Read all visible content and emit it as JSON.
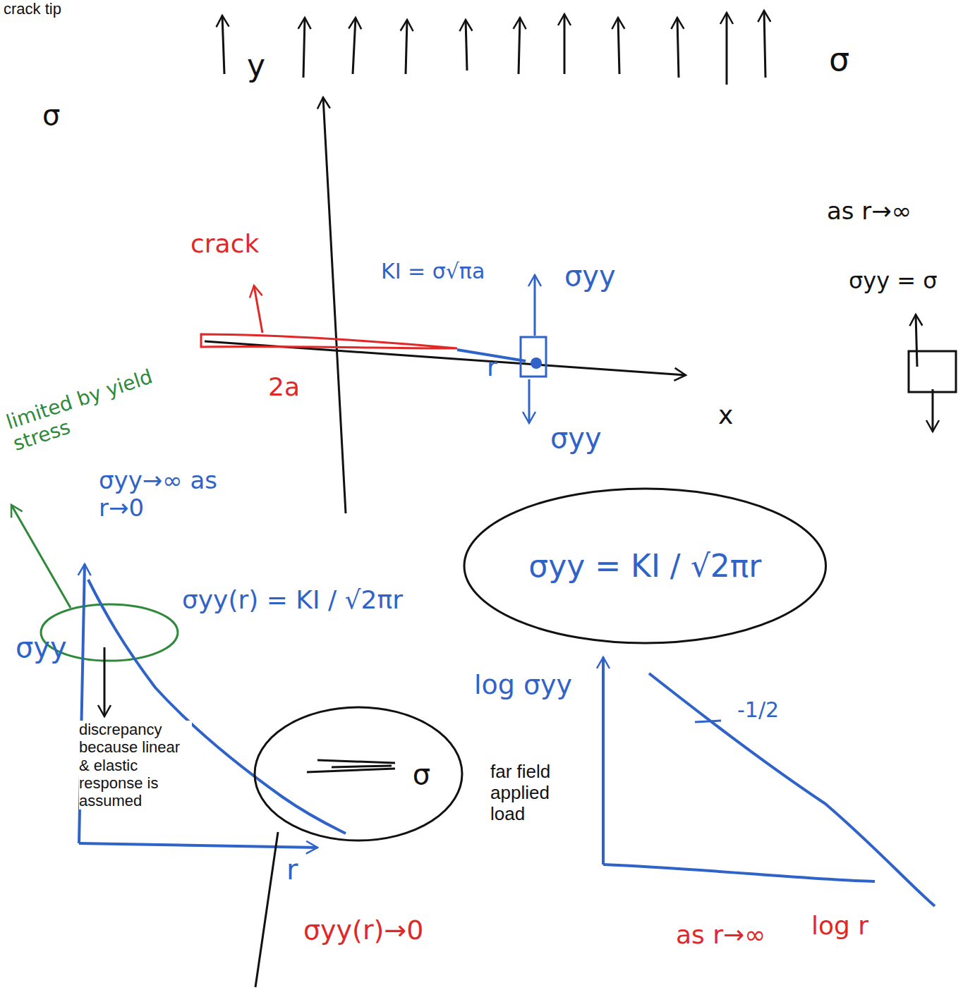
{
  "diagram": {
    "nodes": [
      {
        "text": [
          "σyy = KI / √2πr"
        ]
      },
      {
        "text": [
          "σ"
        ]
      }
    ],
    "labels": [
      "crack tip",
      "y",
      "σ",
      "σ",
      "crack",
      "2a",
      "KI = σ√πa",
      "σyy",
      "r",
      "σyy",
      "x",
      "as r→∞",
      "σyy = σ",
      "limited by yield stress",
      "σyy→∞ as r→0",
      "σyy",
      "σyy(r) = KI / √2πr",
      "discrepancy because linear & elastic response is assumed",
      "r",
      "far field applied load",
      "σyy(r)→0",
      "log σyy",
      "-1/2",
      "as r→∞",
      "log r"
    ]
  }
}
